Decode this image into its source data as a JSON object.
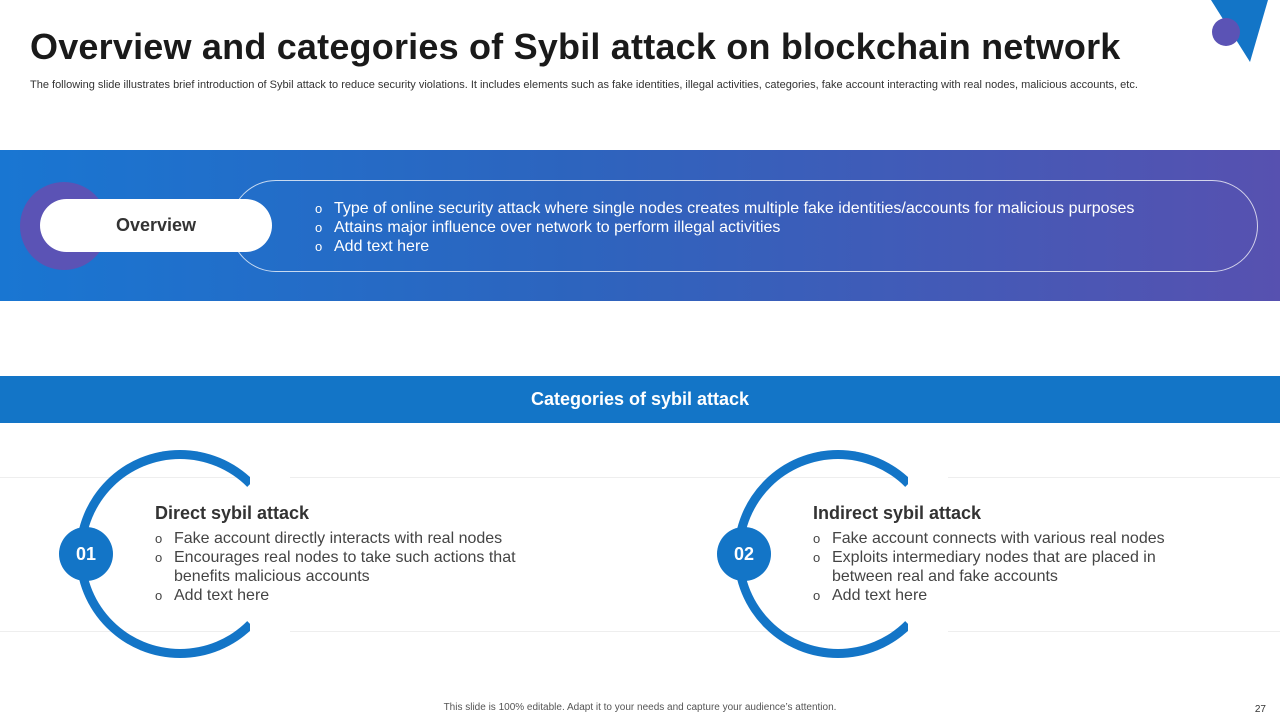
{
  "header": {
    "title": "Overview and categories of Sybil attack on blockchain network",
    "subtitle": "The following slide illustrates brief introduction of Sybil attack to reduce security violations. It includes elements such as fake identities, illegal activities, categories, fake account interacting with real nodes, malicious accounts, etc."
  },
  "overview": {
    "label": "Overview",
    "bullets": [
      "Type of online security attack where single nodes creates multiple fake identities/accounts for malicious purposes",
      "Attains major influence over network to perform illegal activities",
      "Add text here"
    ]
  },
  "categories": {
    "header": "Categories of sybil attack",
    "items": [
      {
        "number": "01",
        "title": "Direct sybil attack",
        "bullets": [
          "Fake account directly interacts with real nodes",
          "Encourages real nodes to take such actions that benefits malicious accounts",
          "Add text here"
        ]
      },
      {
        "number": "02",
        "title": "Indirect sybil attack",
        "bullets": [
          "Fake account connects with various real nodes",
          "Exploits intermediary nodes that are placed in between real and fake accounts",
          "Add text here"
        ]
      }
    ]
  },
  "bullet_glyph": "o",
  "footer": {
    "note": "This slide is 100% editable.  Adapt it to your needs and capture your audience’s attention.",
    "page_number": "27"
  },
  "colors": {
    "primary_blue": "#1375c7",
    "purple": "#5b53b5",
    "gradient_start": "#1976d2",
    "gradient_end": "#5751b0"
  }
}
